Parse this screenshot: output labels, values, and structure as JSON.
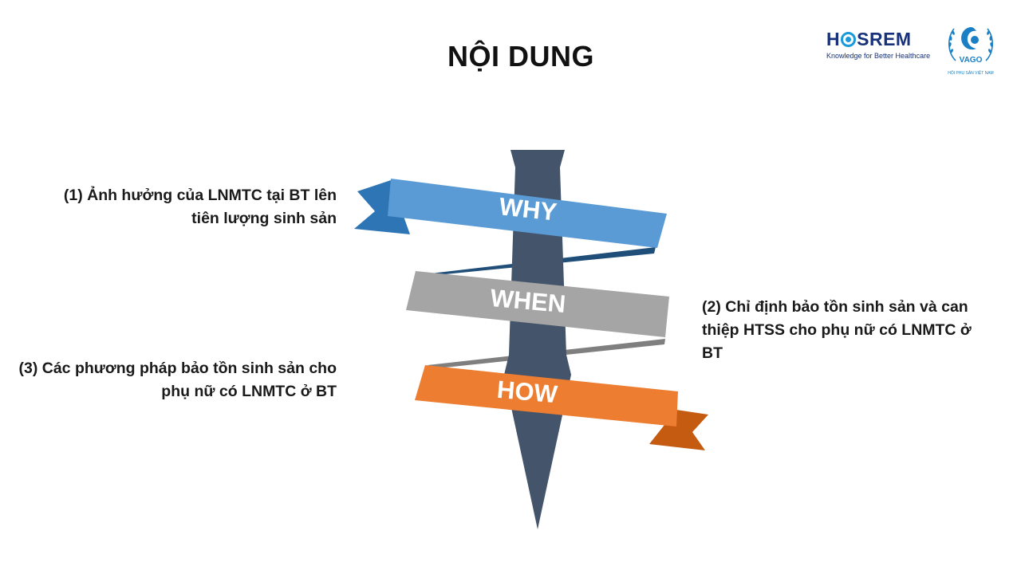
{
  "slide": {
    "title": "NỘI DUNG"
  },
  "logos": {
    "hosrem": {
      "name_prefix": "H",
      "name_suffix": "SREM",
      "tagline": "Knowledge for Better Healthcare"
    },
    "vago": {
      "name": "VAGO",
      "subtitle": "HỘI PHỤ SẢN VIỆT NAM"
    }
  },
  "ribbons": [
    {
      "label": "WHY",
      "color": "#5b9bd5",
      "fold_color": "#2e75b6"
    },
    {
      "label": "WHEN",
      "color": "#a5a5a5",
      "fold_color": "#7f7f7f"
    },
    {
      "label": "HOW",
      "color": "#ed7d31",
      "fold_color": "#c55a11"
    }
  ],
  "stake_color": "#44546a",
  "descriptions": [
    {
      "text": "(1) Ảnh hưởng của LNMTC tại BT lên tiên lượng sinh sản"
    },
    {
      "text": "(2) Chỉ định bảo tồn sinh sản và can thiệp HTSS cho phụ nữ có LNMTC ở BT"
    },
    {
      "text": "(3) Các phương pháp bảo tồn sinh sản cho phụ nữ có LNMTC ở BT"
    }
  ]
}
